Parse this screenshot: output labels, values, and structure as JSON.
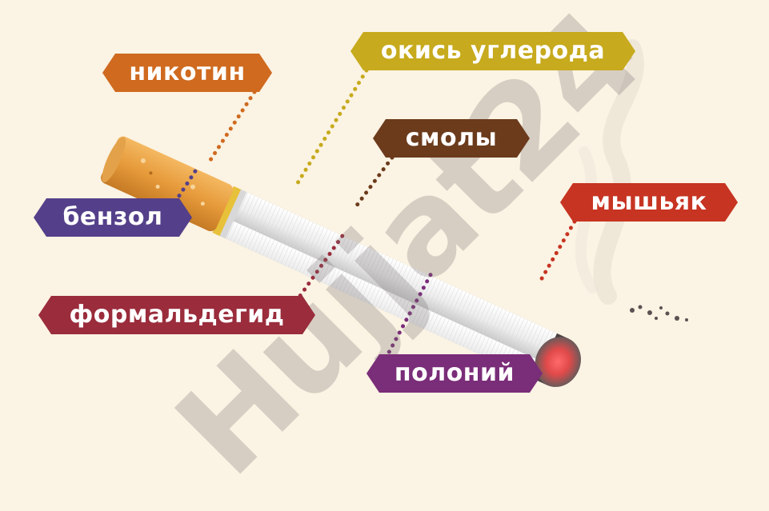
{
  "labels": {
    "nikotin": "никотин",
    "okis": "окись углерода",
    "smoly": "смолы",
    "benzol": "бензол",
    "myshyak": "мышьяк",
    "formaldegid": "формальдегид",
    "polonii": "полоний"
  },
  "watermark": "Hujjat24",
  "colors": {
    "background": "#fbf3e3",
    "nikotin": "#cf6a1f",
    "okis": "#c7aa1d",
    "smoly": "#6b3b1c",
    "benzol": "#54408a",
    "myshyak": "#c73422",
    "formaldegid": "#9a2c3c",
    "polonii": "#7a2d78"
  }
}
